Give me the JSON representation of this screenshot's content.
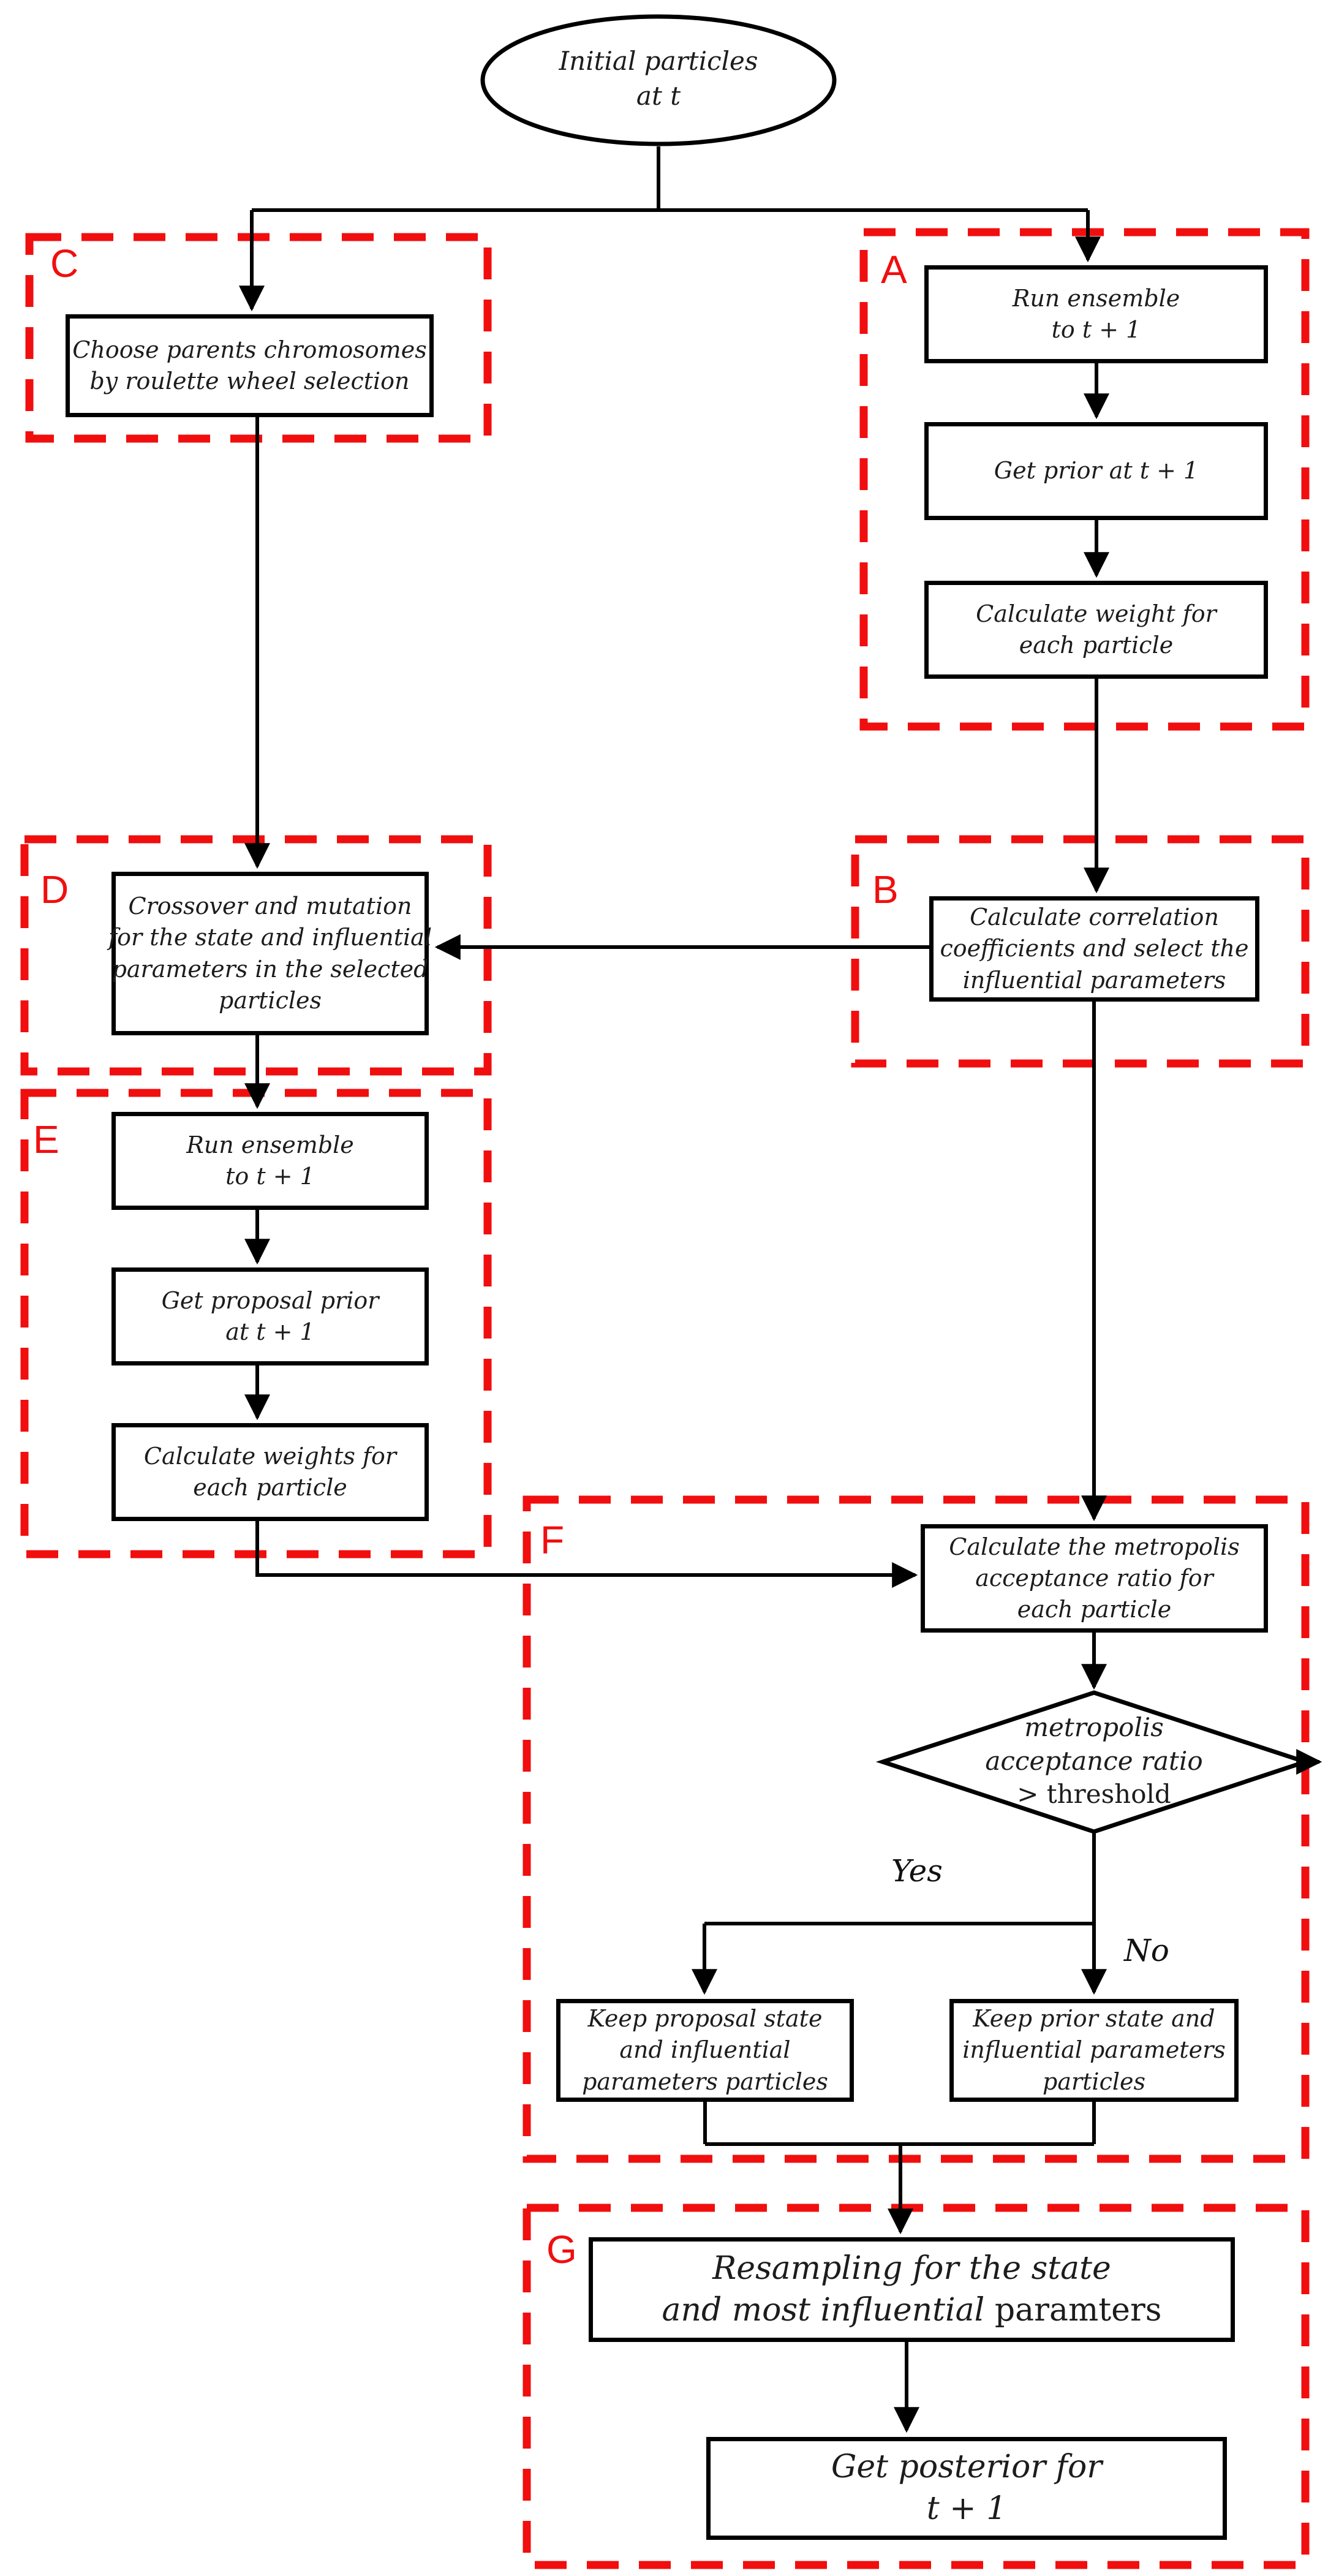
{
  "diagram_title": "Particle filter with genetic algorithm flowchart",
  "colors": {
    "group_dash_red": "#F10E0E",
    "line_black": "#000000",
    "box_fill": "#FFFFFF"
  },
  "start": {
    "lines": [
      "Initial particles",
      "at t"
    ]
  },
  "group_labels": {
    "a": "A",
    "b": "B",
    "c": "C",
    "d": "D",
    "e": "E",
    "f": "F",
    "g": "G"
  },
  "nodes": {
    "c1": {
      "lines": [
        "Choose parents chromosomes",
        "by roulette wheel selection"
      ]
    },
    "a1": {
      "lines": [
        "Run ensemble",
        "to t + 1"
      ]
    },
    "a2": {
      "lines": [
        "Get prior at t + 1"
      ]
    },
    "a3": {
      "lines": [
        "Calculate weight for",
        "each particle"
      ]
    },
    "b1": {
      "lines": [
        "Calculate correlation",
        "coefficients and select the",
        "influential parameters"
      ]
    },
    "d1": {
      "lines": [
        "Crossover and mutation",
        "for the state and influential",
        "parameters in the selected",
        "particles"
      ]
    },
    "e1": {
      "lines": [
        "Run ensemble",
        "to t + 1"
      ]
    },
    "e2": {
      "lines": [
        "Get proposal prior",
        "at t + 1"
      ]
    },
    "e3": {
      "lines": [
        "Calculate weights for",
        "each particle"
      ]
    },
    "f1": {
      "lines": [
        "Calculate the metropolis",
        "acceptance ratio for",
        "each particle"
      ]
    },
    "decision": {
      "italic_lines": [
        "metropolis",
        "acceptance ratio"
      ],
      "regular_line": "> threshold"
    },
    "k1": {
      "lines": [
        "Keep proposal state",
        "and influential",
        "parameters particles"
      ]
    },
    "k2": {
      "lines": [
        "Keep prior state and",
        "influential parameters",
        "particles"
      ]
    },
    "g1": {
      "line1": "Resampling for the state",
      "line2_italic": "and most influential",
      "line2_regular": "paramters"
    },
    "g2": {
      "lines": [
        "Get posterior for",
        "t + 1"
      ]
    }
  },
  "branch_labels": {
    "yes": "Yes",
    "no": "No"
  }
}
